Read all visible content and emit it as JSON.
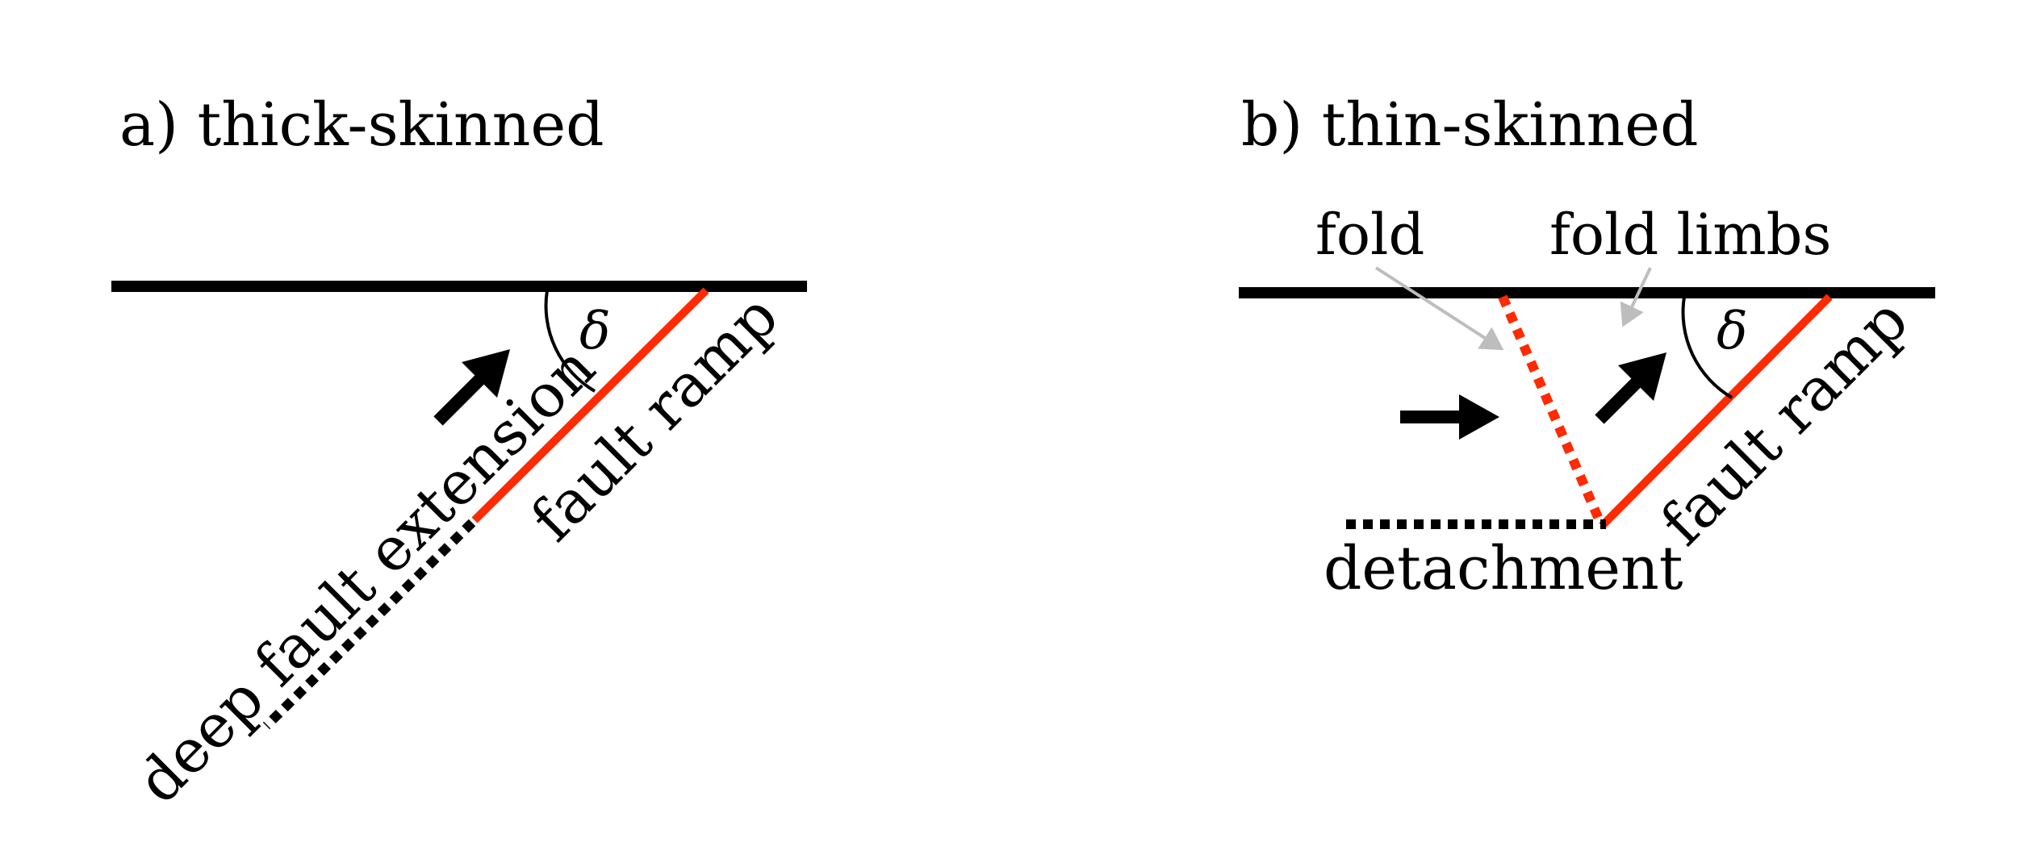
{
  "panels": {
    "a": {
      "title": "a) thick-skinned",
      "fault_label": "fault ramp",
      "extension_label": "deep fault extension",
      "angle_symbol": "δ"
    },
    "b": {
      "title": "b) thin-skinned",
      "fault_label": "fault ramp",
      "fold_label": "fold",
      "fold_limbs_label": "fold limbs",
      "detachment_label": "detachment",
      "angle_symbol": "δ"
    }
  },
  "colors": {
    "surface": "#000000",
    "fault": "#ff2a00",
    "pointer": "#bdbdbd",
    "motion_arrow": "#000000"
  }
}
